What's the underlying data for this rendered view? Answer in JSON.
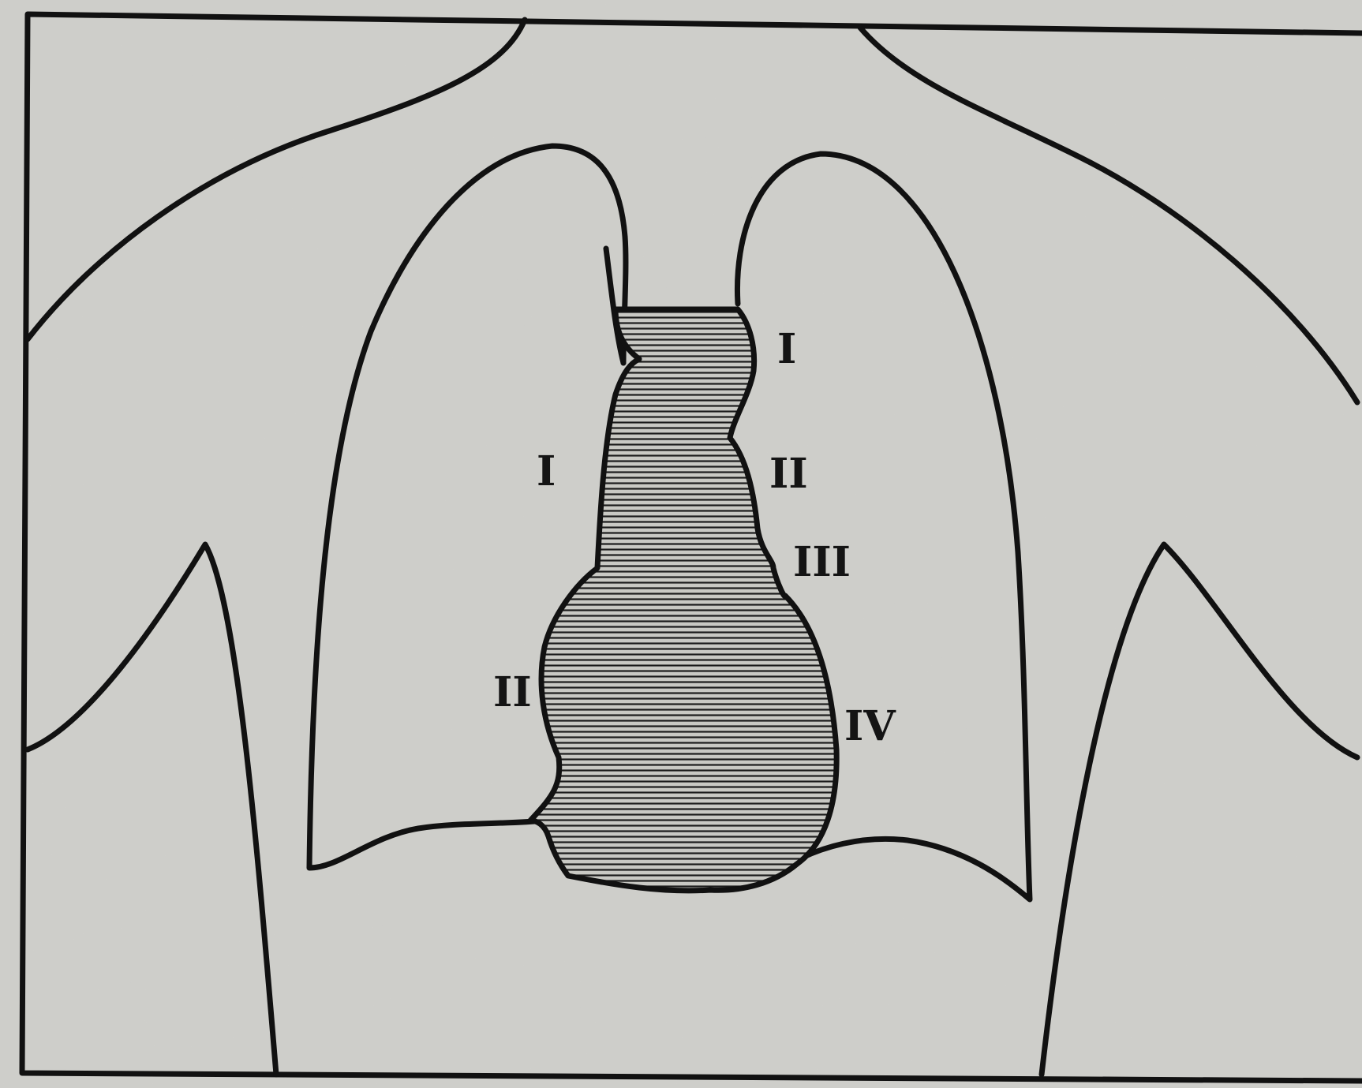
{
  "figure": {
    "labels": {
      "right_upper_1": "I",
      "right_upper_2": "II",
      "right_upper_3": "III",
      "right_lower_4": "IV",
      "left_1": "I",
      "left_2": "II"
    }
  },
  "colors": {
    "paper": "#cfcfcb",
    "ink": "#111111",
    "frame": "#0d0d0d"
  }
}
